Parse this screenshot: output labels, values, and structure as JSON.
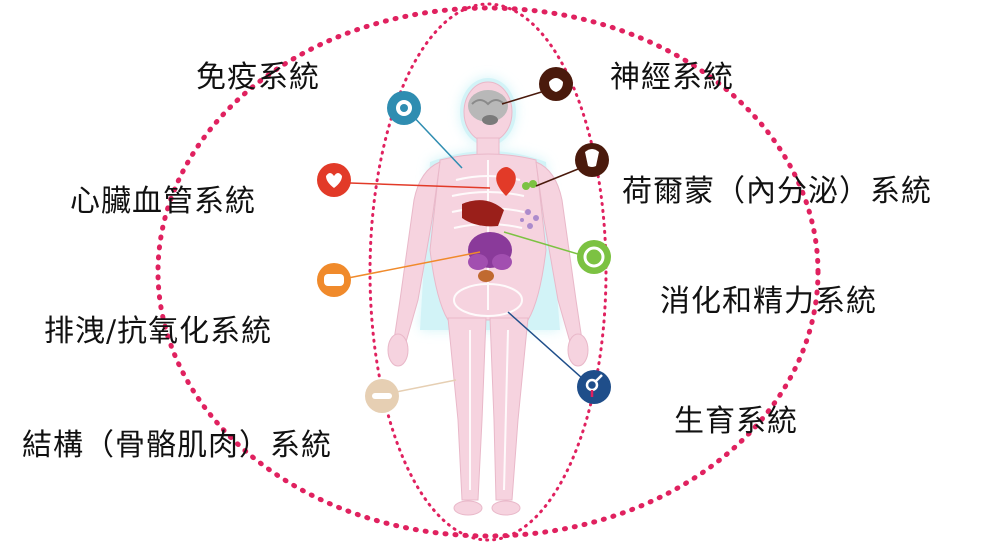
{
  "labels": {
    "immune": "免疫系統",
    "neuro": "神經系統",
    "cardio": "心臟血管系統",
    "hormone": "荷爾蒙（內分泌）系統",
    "digest": "消化和精力系統",
    "detox": "排洩/抗氧化系統",
    "repro": "生育系統",
    "struct": "結構（骨骼肌肉）系統"
  },
  "icons": {
    "immune": "immune-cell-icon",
    "neuro": "brain-icon",
    "cardio": "heart-icon",
    "hormone": "thyroid-gland-icon",
    "digest": "intestine-icon",
    "detox": "kidney-icon",
    "repro": "gender-symbol-icon",
    "struct": "bone-icon"
  },
  "colors": {
    "ring": "#e0215f",
    "body": "#f6d3df",
    "glow": "#bfeff5",
    "immune": "#2f8db1",
    "neuro": "#4a1a0c",
    "cardio": "#e23a28",
    "hormone": "#4a1a0c",
    "digest": "#7cc242",
    "detox": "#f08a2b",
    "repro": "#1f4e8a",
    "struct": "#e6cfb3"
  }
}
